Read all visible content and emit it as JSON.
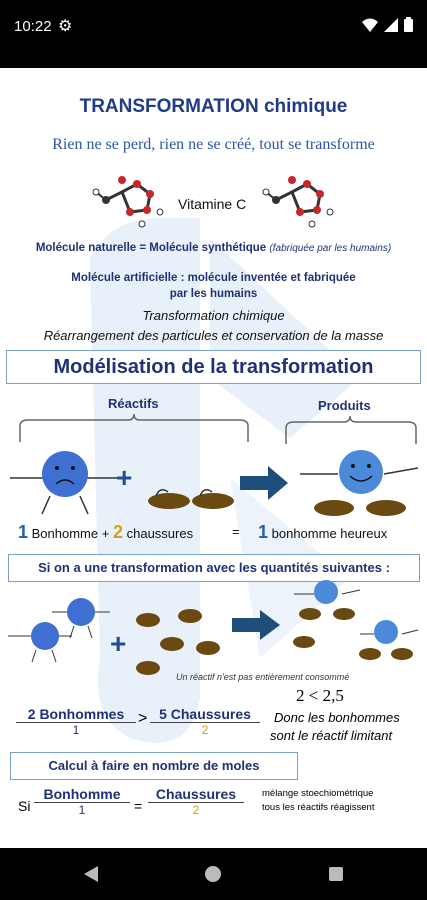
{
  "status": {
    "time": "10:22"
  },
  "poster": {
    "title": "TRANSFORMATION chimique",
    "subtitle": "Rien ne se perd, rien ne se créé, tout se transforme",
    "vitamin": "Vitamine C",
    "natural_line": "Molécule naturelle = Molécule synthétique",
    "natural_note": "(fabriquée par les humains)",
    "artificial_line1": "Molécule artificielle : molécule inventée et fabriquée",
    "artificial_line2": "par les humains",
    "transformation": "Transformation chimique",
    "rearrangement": "Réarrangement des particules et conservation de la masse",
    "modelisation": "Modélisation de la transformation",
    "reactifs": "Réactifs",
    "produits": "Produits",
    "equation": {
      "one": "1",
      "bonhomme": "Bonhomme",
      "plus": "+",
      "two": "2",
      "chaussures": "chaussures",
      "equals": "=",
      "one_b": "1",
      "result": "bonhomme heureux"
    },
    "question": "Si on a une transformation  avec les quantités suivantes :",
    "note_consumed": "Un réactif n'est pas entièrement consommé",
    "frac1_num": "2 Bonhommes",
    "frac1_den": "1",
    "gt": ">",
    "frac2_num": "5 Chaussures",
    "frac2_den": "2",
    "ineq": "2 < 2,5",
    "conclusion1": "Donc les bonhommes",
    "conclusion2": "sont le réactif limitant",
    "calc": "Calcul à faire en nombre de moles",
    "si": "Si",
    "frac3_num": "Bonhomme",
    "frac3_den": "1",
    "eq2": "=",
    "frac4_num": "Chaussures",
    "frac4_den": "2",
    "stoich1": "mélange stoechiométrique",
    "stoich2": "tous les réactifs réagissent"
  },
  "colors": {
    "accent": "#1f3276",
    "blue": "#3f6fd1",
    "gold": "#d4a017"
  }
}
